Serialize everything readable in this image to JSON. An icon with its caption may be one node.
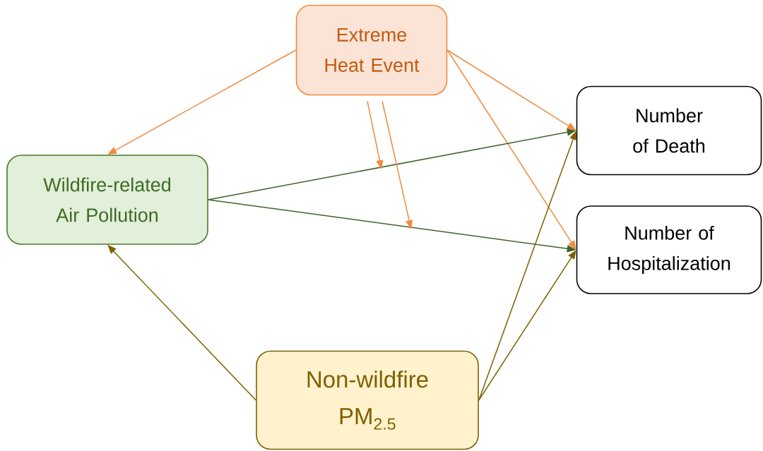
{
  "diagram": {
    "nodes": [
      {
        "text": [
          "Extreme Heat Event"
        ]
      },
      {
        "text": [
          "Wildfire-related Air Pollution"
        ]
      },
      {
        "text": [
          "Number of Death"
        ]
      },
      {
        "text": [
          "Number of Hospitalization"
        ]
      },
      {
        "text": [
          "Non-wildfire PM$_{2.5}$"
        ]
      }
    ],
    "edges": [
      {
        "from": 0,
        "to": 1,
        "arrow": "to"
      },
      {
        "from": 0,
        "to": 2,
        "arrow": "to"
      },
      {
        "from": 0,
        "to": 3,
        "arrow": "to"
      },
      {
        "from": 1,
        "to": 2,
        "arrow": "to",
        "color": "#3f6428"
      },
      {
        "from": 1,
        "to": 3,
        "arrow": "to",
        "color": "#3f6428"
      },
      {
        "from": 0,
        "to": null,
        "arrow": "to"
      },
      {
        "from": 0,
        "to": null,
        "arrow": "to"
      },
      {
        "from": 4,
        "to": 1,
        "arrow": "to",
        "color": "#7f6000"
      },
      {
        "from": 4,
        "to": 2,
        "arrow": "to",
        "color": "#7f6000"
      },
      {
        "from": 4,
        "to": 3,
        "arrow": "to",
        "color": "#7f6000"
      }
    ]
  }
}
